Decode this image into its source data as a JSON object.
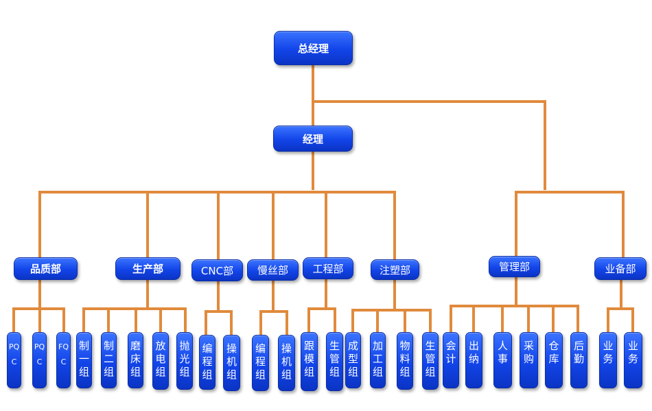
{
  "top": {
    "label": "总经理"
  },
  "manager": {
    "label": "经理"
  },
  "departments": [
    {
      "label": "品质部",
      "units": [
        "PQC",
        "PQC",
        "FQC"
      ]
    },
    {
      "label": "生产部",
      "units": [
        "制一组",
        "制二组",
        "磨床组",
        "放电组",
        "抛光组"
      ]
    },
    {
      "label": "CNC部",
      "units": [
        "编程组",
        "操机组"
      ]
    },
    {
      "label": "慢丝部",
      "units": [
        "编程组",
        "操机组"
      ]
    },
    {
      "label": "工程部",
      "units": [
        "跟模组",
        "生管组"
      ]
    },
    {
      "label": "注塑部",
      "units": [
        "成型组",
        "加工组",
        "物料组",
        "生管组"
      ]
    },
    {
      "label": "管理部",
      "units": [
        "会计",
        "出纳",
        "人事",
        "采购",
        "仓库",
        "后勤"
      ]
    },
    {
      "label": "业备部",
      "units": [
        "业务",
        "业务"
      ]
    }
  ],
  "colors": {
    "connector": "#e08a3c",
    "box": "#1244e8",
    "text": "#ffffff"
  }
}
